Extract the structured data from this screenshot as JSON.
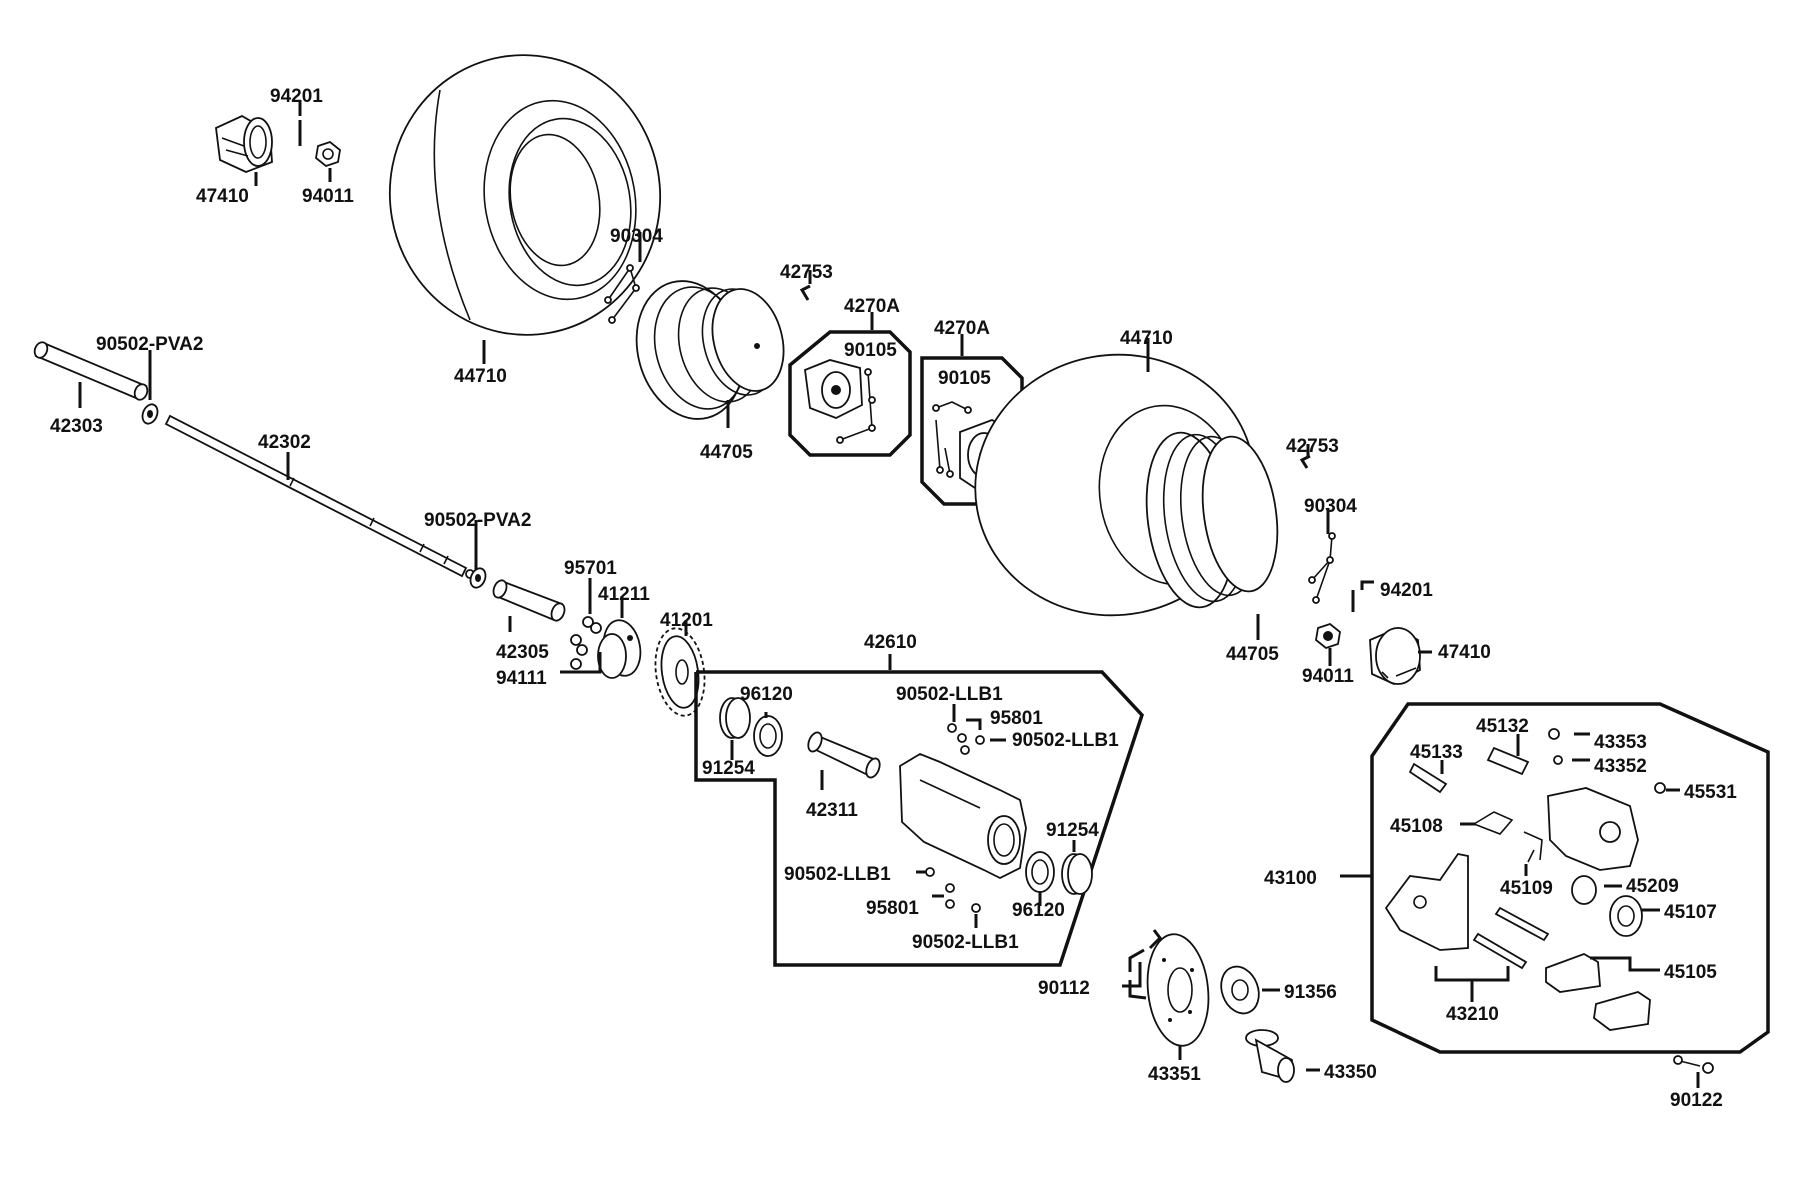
{
  "colors": {
    "line": "#111111",
    "background": "#ffffff"
  },
  "labels": {
    "p94201_a": "94201",
    "p47410_a": "47410",
    "p94011_a": "94011",
    "p44710_a": "44710",
    "p90304_a": "90304",
    "p42753_a": "42753",
    "p4270A_a": "4270A",
    "p4270A_b": "4270A",
    "p90105_a": "90105",
    "p90105_b": "90105",
    "p44710_b": "44710",
    "p90502pva2_a": "90502-PVA2",
    "p42303": "42303",
    "p42302": "42302",
    "p44705_a": "44705",
    "p42753_b": "42753",
    "p90304_b": "90304",
    "p90502pva2_b": "90502-PVA2",
    "p95701": "95701",
    "p41211": "41211",
    "p41201": "41201",
    "p42305": "42305",
    "p94111": "94111",
    "p94201_b": "94201",
    "p44705_b": "44705",
    "p94011_b": "94011",
    "p47410_b": "47410",
    "p42610": "42610",
    "p96120_a": "96120",
    "p91254_a": "91254",
    "p90502llb1_a": "90502-LLB1",
    "p95801_a": "95801",
    "p90502llb1_b": "90502-LLB1",
    "p42311": "42311",
    "p91254_b": "91254",
    "p90502llb1_c": "90502-LLB1",
    "p95801_b": "95801",
    "p96120_b": "96120",
    "p90502llb1_d": "90502-LLB1",
    "p45132": "45132",
    "p43353": "43353",
    "p45133": "45133",
    "p43352": "43352",
    "p45531": "45531",
    "p45108": "45108",
    "p43100": "43100",
    "p45109": "45109",
    "p45209": "45209",
    "p45107": "45107",
    "p45105": "45105",
    "p43210": "43210",
    "p90112": "90112",
    "p91356": "91356",
    "p43351": "43351",
    "p43350": "43350",
    "p90122": "90122"
  }
}
